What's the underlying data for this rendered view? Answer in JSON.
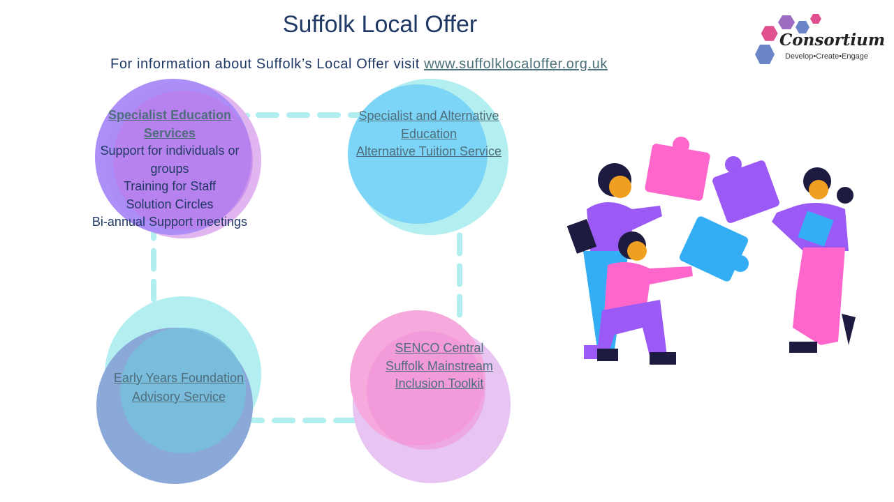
{
  "title": "Suffolk Local Offer",
  "subtitle": {
    "text": "For information about Suffolk’s Local Offer visit ",
    "link": "www.suffolklocaloffer.org.uk"
  },
  "logo": {
    "name": "Consortium",
    "tagline": "Develop•Create•Engage"
  },
  "circles": {
    "top_left": {
      "heading_1": "Specialist Education",
      "heading_2": "Services",
      "lines": [
        "Support for individuals or",
        "groups",
        "Training for Staff",
        "Solution Circles",
        "Bi-annual Support meetings"
      ]
    },
    "top_right": {
      "links": [
        "Specialist and Alternative",
        "Education",
        "Alternative Tuition Service"
      ]
    },
    "bottom_left": {
      "links": [
        "Early Years Foundation",
        "Advisory Service"
      ]
    },
    "bottom_right": {
      "links": [
        "SENCO Central",
        "Suffolk Mainstream",
        "Inclusion Toolkit"
      ]
    }
  },
  "colors": {
    "navy": "#1f3864",
    "link": "#4f6e7c",
    "cyan": "#b0eef0",
    "purple": "#a78bfa",
    "blue": "#7dd3f5",
    "pink": "#f7a8dc"
  }
}
